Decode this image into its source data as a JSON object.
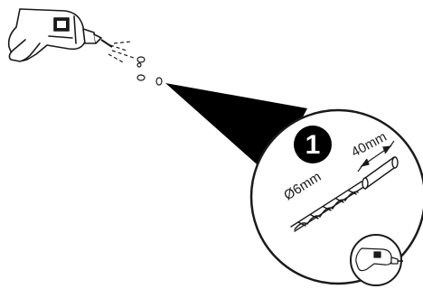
{
  "step": {
    "number": "1"
  },
  "bit": {
    "diameter_label": "Ø6mm",
    "depth_label": "40mm"
  },
  "colors": {
    "ink": "#1a1a1a",
    "paper": "#ffffff",
    "badge": "#000000"
  },
  "icons": {
    "main_tool": "power-drill-icon",
    "mini_tool": "power-drill-icon",
    "bit": "drill-bit-icon"
  }
}
